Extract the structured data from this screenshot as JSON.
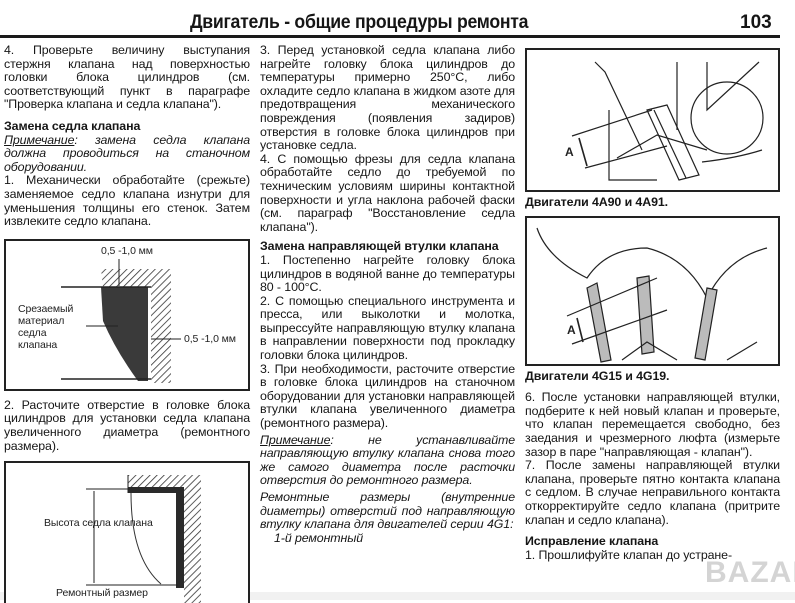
{
  "header": {
    "title": "Двигатель - общие процедуры ремонта",
    "page_number": "103"
  },
  "left": {
    "p1": "4. Проверьте величину выступания стержня клапана над поверхностью головки блока цилиндров (см. соответствующий пункт в параграфе \"Проверка клапана и седла клапана\").",
    "h1": "Замена седла клапана",
    "note_label": "Примечание",
    "note_text": ": замена седла клапана должна проводиться на станочном оборудовании.",
    "p2": "1. Механически обработайте (срежьте) заменяемое седло клапана изнутри для уменьшения толщины его стенок. Затем извлеките седло клапана.",
    "fig1": {
      "dim_top": "0,5 -1,0 мм",
      "dim_right": "0,5 -1,0 мм",
      "label": "Срезаемый материал седла клапана"
    },
    "p3": "2. Расточите отверстие в головке блока цилиндров для установки седла клапана увеличенного диаметра (ремонтного размера).",
    "fig2": {
      "height_label": "Высота седла клапана",
      "repair_label": "Ремонтный размер"
    }
  },
  "middle": {
    "p1": "3. Перед установкой седла клапана либо нагрейте головку блока цилиндров до температуры примерно 250°С, либо охладите седло клапана в жидком азоте для предотвращения механического повреждения (появления задиров) отверстия в головке блока цилиндров при установке седла.",
    "p2": "4. С помощью фрезы для седла клапана обработайте седло до требуемой по техническим условиям ширины контактной поверхности и угла наклона рабочей фаски (см. параграф \"Восстановление седла клапана\").",
    "h1": "Замена направляющей втулки клапана",
    "p3": "1. Постепенно нагрейте головку блока цилиндров в водяной ванне до температуры 80 - 100°С.",
    "p4": "2. С помощью специального инструмента и пресса, или выколотки и молотка, выпрессуйте направляющую втулку клапана в направлении поверхности под прокладку головки блока цилиндров.",
    "p5": "3. При необходимости, расточите отверстие в головке блока цилиндров на станочном оборудовании для установки направляющей втулки клапана увеличенного диаметра (ремонтного размера).",
    "note_label": "Примечание",
    "note_text": ": не устанавливайте направляющую втулку клапана снова того же самого диаметра после расточки отверстия до ремонтного размера.",
    "p6": "Ремонтные размеры (внутренние диаметры) отверстий под направляющую втулку клапана для двигателей серии 4G1:",
    "p7": "1-й ремонтный"
  },
  "right": {
    "fig1": {
      "label_a": "A",
      "caption": "Двигатели 4A90 и 4A91."
    },
    "fig2": {
      "label_a": "A",
      "caption": "Двигатели 4G15 и 4G19."
    },
    "p1": "6. После установки направляющей втулки, подберите к ней новый клапан и проверьте, что клапан перемещается свободно, без заедания и чрезмерного люфта (измерьте зазор в паре \"направляющая - клапан\").",
    "p2": "7. После замены направляющей втулки клапана, проверьте пятно контакта клапана с седлом. В случае неправильного контакта откорректируйте седло клапана (притрите клапан и седло клапана).",
    "h1": "Исправление клапана",
    "p3": "1. Прошлифуйте клапан до устране-"
  },
  "watermark": "BAZAR"
}
